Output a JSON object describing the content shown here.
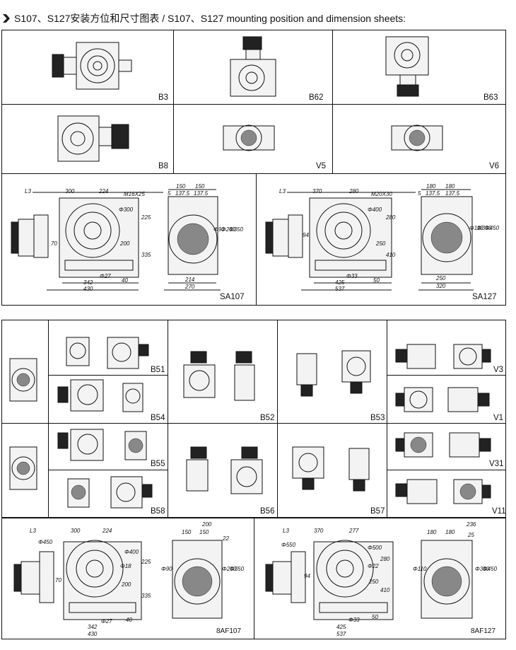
{
  "header": {
    "title": "S107、S127安装方位和尺寸图表 / S107、S127 mounting position and dimension sheets:"
  },
  "top_grid": {
    "labels": [
      "B3",
      "B62",
      "B63",
      "B8",
      "V5",
      "V6"
    ]
  },
  "sa107": {
    "label": "SA107",
    "dims": [
      "L3",
      "300",
      "224",
      "M16X25",
      "Φ300",
      "225",
      "70",
      "200",
      "335",
      "Φ27",
      "342",
      "430",
      "40",
      "150",
      "150",
      "5",
      "137.5",
      "137.5",
      "Φ90",
      "Φ250",
      "Φ350",
      "214",
      "270"
    ]
  },
  "sa127": {
    "label": "SA127",
    "dims": [
      "L3",
      "370",
      "280",
      "M20X30",
      "Φ400",
      "280",
      "94",
      "250",
      "410",
      "Φ33",
      "425",
      "537",
      "50",
      "180",
      "180",
      "5",
      "137.5",
      "137.5",
      "Φ110",
      "Φ350",
      "Φ450",
      "250",
      "320"
    ]
  },
  "mid_grid": {
    "labels": [
      "B51",
      "B54",
      "B52",
      "B53",
      "V3",
      "V1",
      "B55",
      "B58",
      "B56",
      "B57",
      "V31",
      "V11"
    ]
  },
  "af107": {
    "label": "8AF107",
    "dims": [
      "L3",
      "300",
      "224",
      "Φ450",
      "Φ400",
      "Φ18",
      "225",
      "70",
      "200",
      "335",
      "Φ27",
      "342",
      "430",
      "40",
      "200",
      "150",
      "150",
      "22",
      "Φ90",
      "Φ250",
      "Φ350"
    ]
  },
  "af127": {
    "label": "8AF127",
    "dims": [
      "L3",
      "370",
      "277",
      "Φ550",
      "Φ500",
      "Φ22",
      "280",
      "94",
      "250",
      "410",
      "Φ33",
      "425",
      "537",
      "50",
      "236",
      "180",
      "180",
      "25",
      "Φ110",
      "Φ350",
      "Φ450"
    ]
  }
}
